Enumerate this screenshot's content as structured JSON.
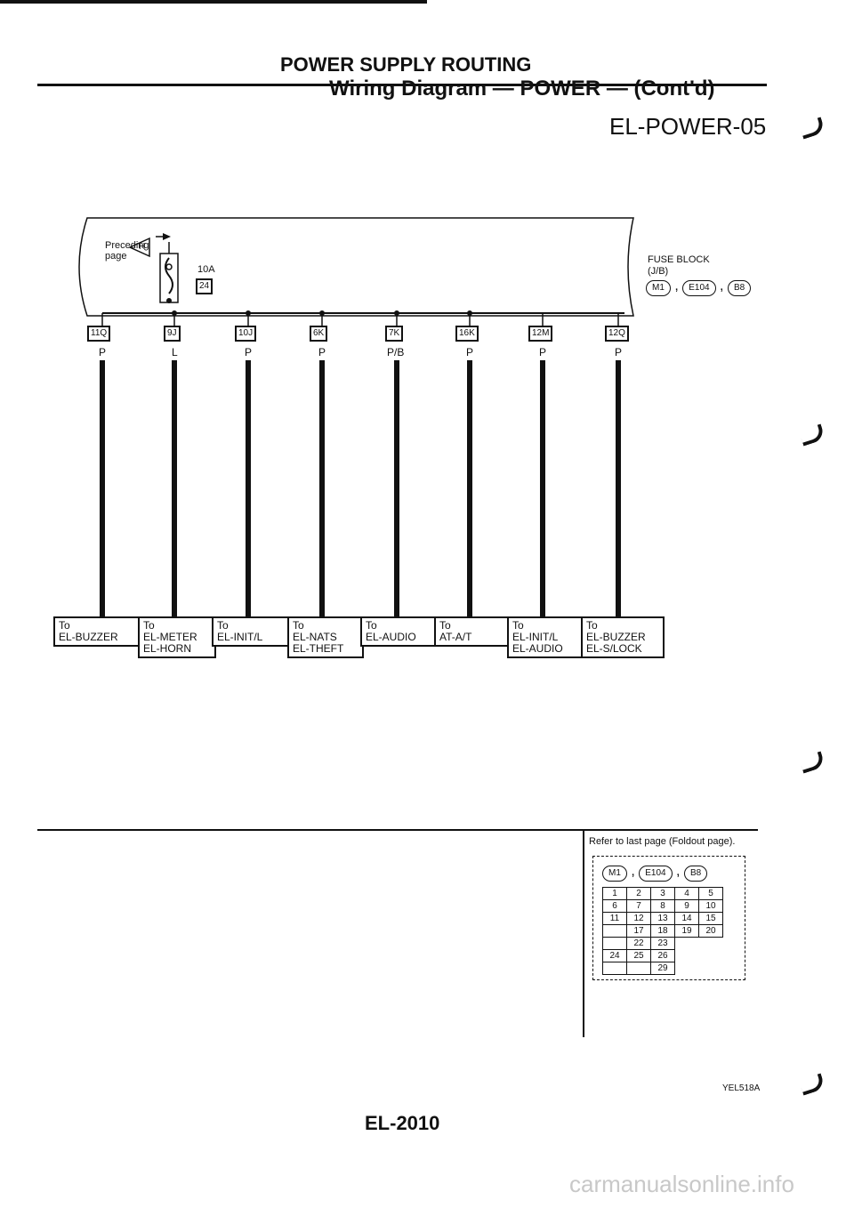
{
  "header": {
    "section_title": "POWER SUPPLY ROUTING",
    "diagram_title": "Wiring Diagram — POWER — (Cont'd)",
    "diagram_code": "EL-POWER-05"
  },
  "fuse_block": {
    "preceding_label": "Preceding page",
    "preceding_ref": "H",
    "fuse_rating": "10A",
    "fuse_number": "24",
    "label_line1": "FUSE BLOCK",
    "label_line2": "(J/B)",
    "connectors": [
      "M1",
      "E104",
      "B8"
    ]
  },
  "circuits": [
    {
      "terminal": "11Q",
      "wire_color": "P",
      "dest": [
        "To",
        "EL-BUZZER"
      ]
    },
    {
      "terminal": "9J",
      "wire_color": "L",
      "dest": [
        "To",
        "EL-METER",
        "EL-HORN"
      ]
    },
    {
      "terminal": "10J",
      "wire_color": "P",
      "dest": [
        "To",
        "EL-INIT/L"
      ]
    },
    {
      "terminal": "6K",
      "wire_color": "P",
      "dest": [
        "To",
        "EL-NATS",
        "EL-THEFT"
      ]
    },
    {
      "terminal": "7K",
      "wire_color": "P/B",
      "dest": [
        "To",
        "EL-AUDIO"
      ]
    },
    {
      "terminal": "16K",
      "wire_color": "P",
      "dest": [
        "To",
        "AT-A/T"
      ]
    },
    {
      "terminal": "12M",
      "wire_color": "P",
      "dest": [
        "To",
        "EL-INIT/L",
        "EL-AUDIO"
      ]
    },
    {
      "terminal": "12Q",
      "wire_color": "P",
      "dest": [
        "To",
        "EL-BUZZER",
        "EL-S/LOCK"
      ]
    }
  ],
  "connector_ref": {
    "note": "Refer to last page (Foldout page).",
    "connectors": [
      "M1",
      "E104",
      "B8"
    ],
    "rows": [
      [
        "1",
        "2",
        "3",
        "4",
        "5"
      ],
      [
        "6",
        "7",
        "8",
        "9",
        "10"
      ],
      [
        "11",
        "12",
        "13",
        "14",
        "15"
      ],
      [
        "",
        "17",
        "18",
        "19",
        "20"
      ],
      [
        "",
        "22",
        "23"
      ],
      [
        "24",
        "25",
        "26"
      ],
      [
        "",
        "",
        "29"
      ]
    ]
  },
  "footer": {
    "figure_code": "YEL518A",
    "page_number": "EL-2010",
    "watermark": "carmanualsonline.info"
  }
}
